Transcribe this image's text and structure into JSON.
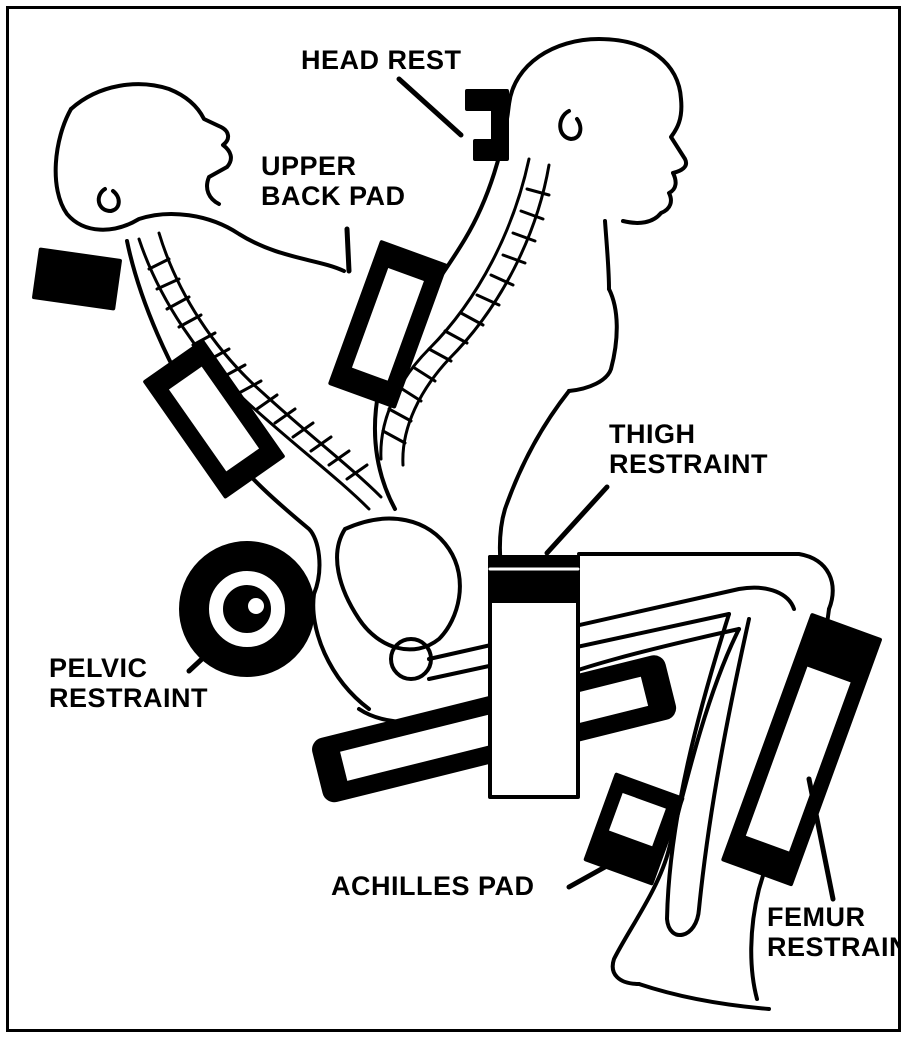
{
  "labels": {
    "head_rest": "HEAD REST",
    "upper_back_pad": [
      "UPPER",
      "BACK PAD"
    ],
    "thigh_restraint": [
      "THIGH",
      "RESTRAINT"
    ],
    "pelvic_restraint": [
      "PELVIC",
      "RESTRAINT"
    ],
    "achilles_pad": "ACHILLES PAD",
    "femur_restraint": [
      "FEMUR",
      "RESTRAINT"
    ]
  }
}
